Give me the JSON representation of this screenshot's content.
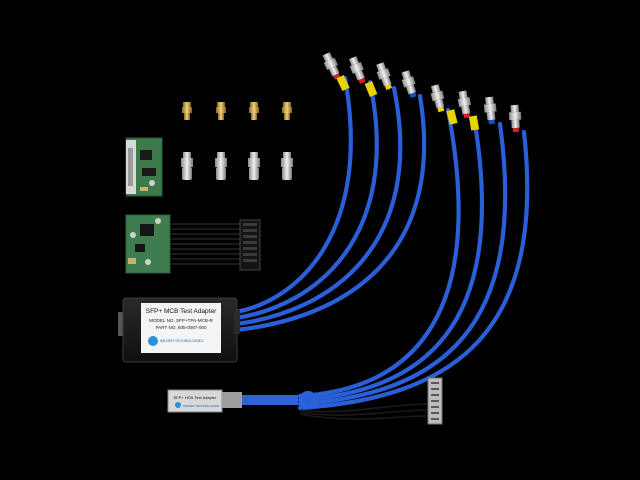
{
  "photo": {
    "background_color": "#000000",
    "cable_color": "#2a5fd8"
  },
  "mcb_adapter": {
    "title": "SFP+ MCB Test Adapter",
    "model": "MODEL NO. SFP+TPA-MCB-R",
    "part": "PART NO. 605-0087-000",
    "brand": "WILDER TECHNOLOGIES"
  },
  "host_adapter": {
    "title": "SFP+ HCB Test Adapter",
    "brand": "WILDER TECHNOLOGIES"
  }
}
